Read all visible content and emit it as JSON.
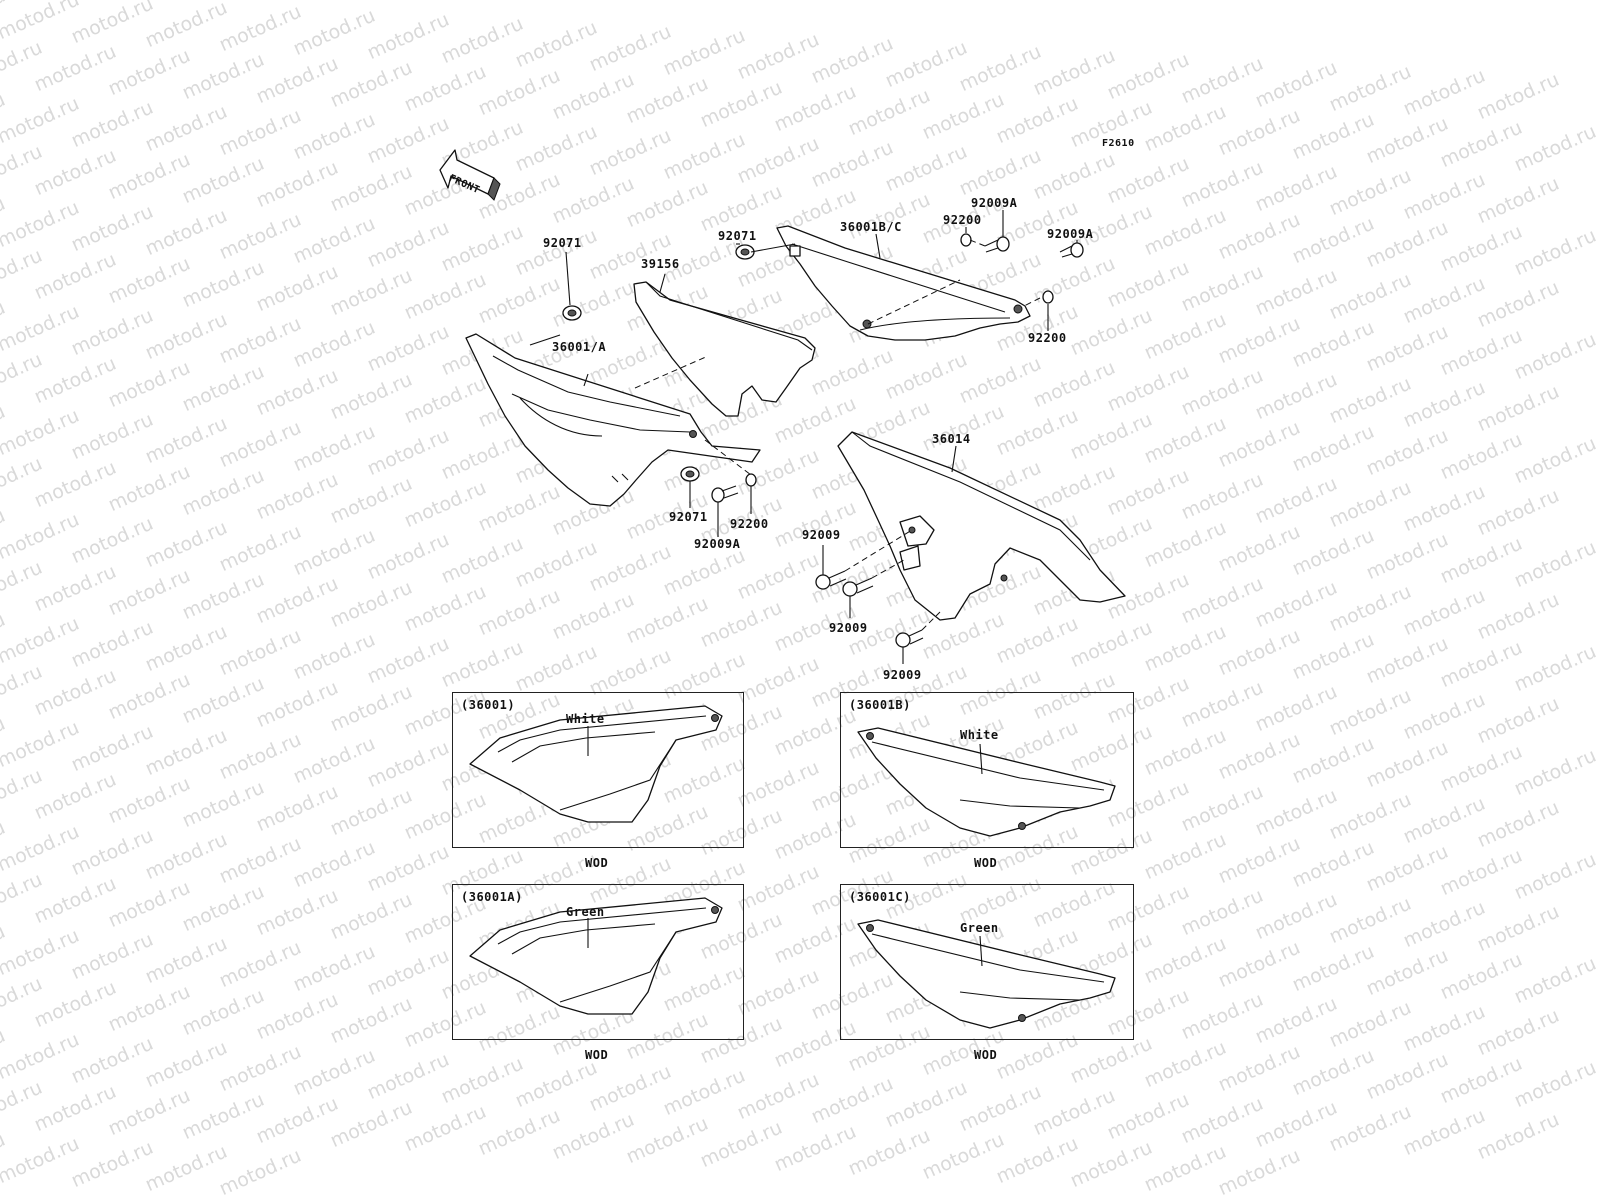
{
  "watermark": {
    "text": "motod.ru",
    "color": "#d9d9d9"
  },
  "figure_code": "F2610",
  "front_arrow": {
    "label": "FRONT",
    "icon": "front-arrow-icon"
  },
  "parts": [
    {
      "id": "p-92071-left",
      "number": "92071"
    },
    {
      "id": "p-39156",
      "number": "39156"
    },
    {
      "id": "p-92071-top",
      "number": "92071"
    },
    {
      "id": "p-36001BC",
      "number": "36001B/C"
    },
    {
      "id": "p-92200-top",
      "number": "92200"
    },
    {
      "id": "p-92009A-top",
      "number": "92009A"
    },
    {
      "id": "p-92009A-right",
      "number": "92009A"
    },
    {
      "id": "p-92200-right",
      "number": "92200"
    },
    {
      "id": "p-36001A",
      "number": "36001/A"
    },
    {
      "id": "p-92071-bottom",
      "number": "92071"
    },
    {
      "id": "p-92200-bottom",
      "number": "92200"
    },
    {
      "id": "p-92009A-bottom",
      "number": "92009A"
    },
    {
      "id": "p-36014",
      "number": "36014"
    },
    {
      "id": "p-92009-a",
      "number": "92009"
    },
    {
      "id": "p-92009-b",
      "number": "92009"
    },
    {
      "id": "p-92009-c",
      "number": "92009"
    }
  ],
  "insets": [
    {
      "id": "inset-36001",
      "code": "(36001)",
      "color": "White",
      "caption": "WOD"
    },
    {
      "id": "inset-36001B",
      "code": "(36001B)",
      "color": "White",
      "caption": "WOD"
    },
    {
      "id": "inset-36001A",
      "code": "(36001A)",
      "color": "Green",
      "caption": "WOD"
    },
    {
      "id": "inset-36001C",
      "code": "(36001C)",
      "color": "Green",
      "caption": "WOD"
    }
  ]
}
